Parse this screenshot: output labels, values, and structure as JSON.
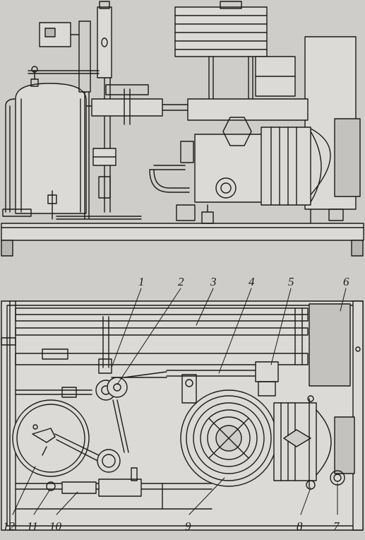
{
  "figure": {
    "views": [
      "side-elevation",
      "top-plan"
    ]
  },
  "callouts": [
    {
      "id": "1",
      "text": "1"
    },
    {
      "id": "2",
      "text": "2"
    },
    {
      "id": "3",
      "text": "3"
    },
    {
      "id": "4",
      "text": "4"
    },
    {
      "id": "5",
      "text": "5"
    },
    {
      "id": "6",
      "text": "6"
    },
    {
      "id": "7",
      "text": "7"
    },
    {
      "id": "8",
      "text": "8"
    },
    {
      "id": "9",
      "text": "9"
    },
    {
      "id": "10",
      "text": "10"
    },
    {
      "id": "11",
      "text": "11"
    },
    {
      "id": "12",
      "text": "12"
    }
  ],
  "colors": {
    "paper": "#cfcdca",
    "ink": "#1b1b1b",
    "fill": "#dcdad6",
    "fill_dark": "#b9b7b3"
  }
}
